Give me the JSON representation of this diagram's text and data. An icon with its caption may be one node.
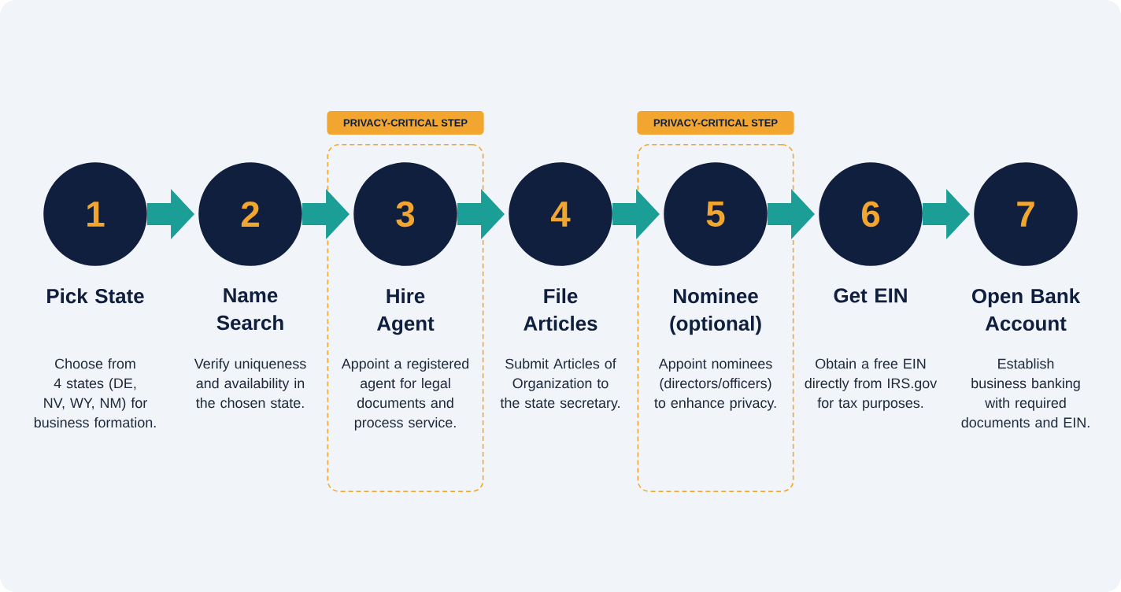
{
  "diagram": {
    "nodes": [
      {
        "text": [
          "1"
        ],
        "beside": [
          "Pick State",
          "Choose from 4 states (DE, NV, WY, NM) for business formation."
        ]
      },
      {
        "text": [
          "2"
        ],
        "beside": [
          "Name Search",
          "Verify uniqueness and availability in the chosen state."
        ]
      },
      {
        "text": [
          "PRIVACY-CRITICAL STEP"
        ]
      },
      {
        "text": [
          "3"
        ],
        "in": 2,
        "beside": [
          "Hire Agent",
          "Appoint a registered agent for legal documents and process service."
        ]
      },
      {
        "text": [
          "4"
        ],
        "beside": [
          "File Articles",
          "Submit Articles of Organization to the state secretary."
        ]
      },
      {
        "text": [
          "PRIVACY-CRITICAL STEP"
        ]
      },
      {
        "text": [
          "5"
        ],
        "in": 5,
        "beside": [
          "Nominee (optional)",
          "Appoint nominees (directors/officers) to enhance privacy."
        ]
      },
      {
        "text": [
          "6"
        ],
        "beside": [
          "Get EIN",
          "Obtain a free EIN directly from IRS.gov for tax purposes."
        ]
      },
      {
        "text": [
          "7"
        ],
        "beside": [
          "Open Bank Account",
          "Establish business banking with required documents and EIN."
        ]
      }
    ],
    "edges": [
      {
        "from": 0,
        "to": 1,
        "arrow": "to"
      },
      {
        "from": 1,
        "to": 3,
        "arrow": "to"
      },
      {
        "from": 3,
        "to": 4,
        "arrow": "to"
      },
      {
        "from": 4,
        "to": 6,
        "arrow": "to"
      },
      {
        "from": 6,
        "to": 7,
        "arrow": "to"
      },
      {
        "from": 7,
        "to": 8,
        "arrow": "to"
      }
    ]
  }
}
